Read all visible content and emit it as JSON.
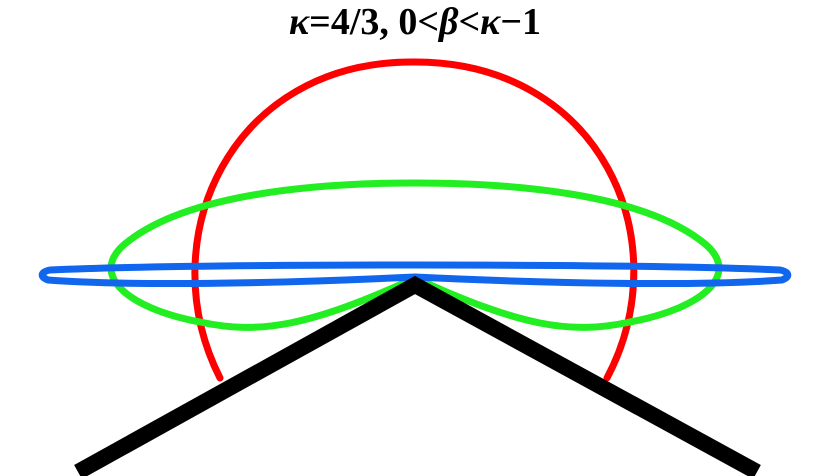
{
  "title": {
    "kappa": "κ",
    "kappa_value": "=4/3, 0<",
    "beta": "β",
    "less": "<",
    "kappa2": "κ",
    "tail": "−1"
  },
  "colors": {
    "background": "#ffffff",
    "wedge": "#000000",
    "red_curve": "#ff0000",
    "green_curve": "#22ee22",
    "blue_curve": "#1166ee"
  },
  "curves": [
    "red-circle-curve",
    "green-lobed-curve",
    "blue-flat-curve",
    "wedge"
  ]
}
